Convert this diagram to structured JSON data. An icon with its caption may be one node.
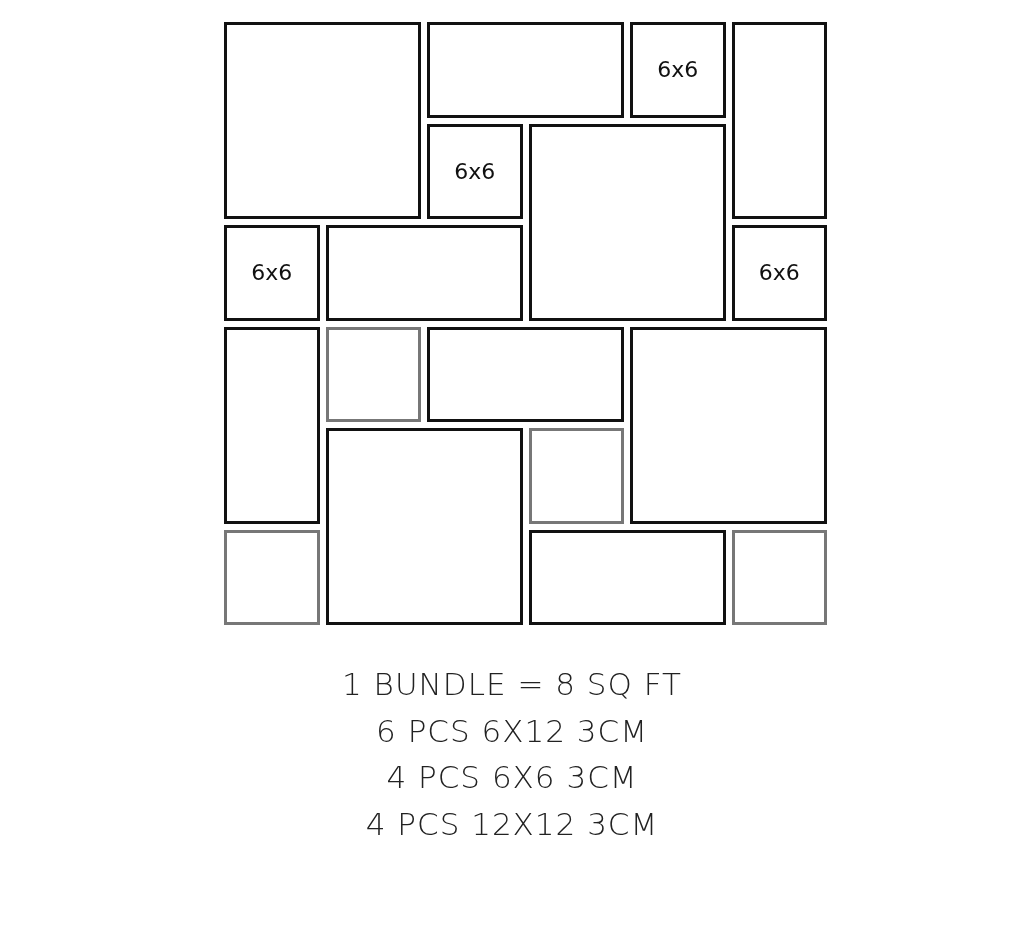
{
  "diagram": {
    "nodes": [
      {
        "text": [],
        "shape": "box"
      },
      {
        "text": [],
        "shape": "box"
      },
      {
        "text": [
          "6x6"
        ]
      },
      {
        "text": [],
        "shape": "box"
      },
      {
        "text": [
          "6x6"
        ]
      },
      {
        "text": [],
        "shape": "box"
      },
      {
        "text": [
          "6x6"
        ]
      },
      {
        "text": [],
        "shape": "box"
      },
      {
        "text": [
          "6x6"
        ]
      },
      {
        "text": [],
        "shape": "box"
      },
      {
        "text": [],
        "shape": "box"
      },
      {
        "text": [],
        "shape": "box"
      },
      {
        "text": [],
        "shape": "box"
      },
      {
        "text": [],
        "shape": "box"
      },
      {
        "text": [],
        "shape": "box"
      },
      {
        "text": [],
        "shape": "box"
      },
      {
        "text": [],
        "shape": "box"
      },
      {
        "text": [],
        "shape": "box"
      }
    ],
    "labels": [
      "1 BUNDLE = 8 SQ FT",
      "6 PCS 6X12 3CM",
      "4 PCS 6X6 3CM",
      "4 PCS 12X12 3CM"
    ]
  }
}
